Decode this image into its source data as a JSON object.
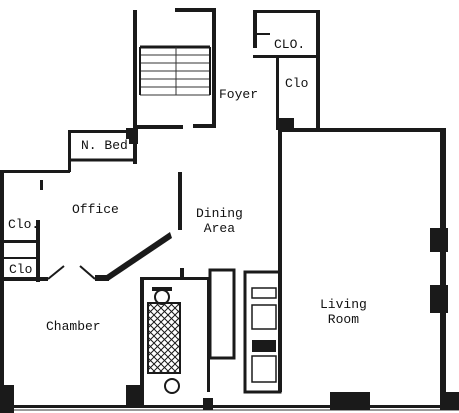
{
  "floorplan": {
    "rooms": {
      "foyer": "Foyer",
      "clo_upper": "CLO.",
      "clo_right": "Clo",
      "n_bed": "N. Bed",
      "office": "Office",
      "clo_left_1": "Clo.",
      "clo_left_2": "Clo",
      "dining_line1": "Dining",
      "dining_line2": "Area",
      "chamber": "Chamber",
      "living_line1": "Living",
      "living_line2": "Room"
    }
  }
}
